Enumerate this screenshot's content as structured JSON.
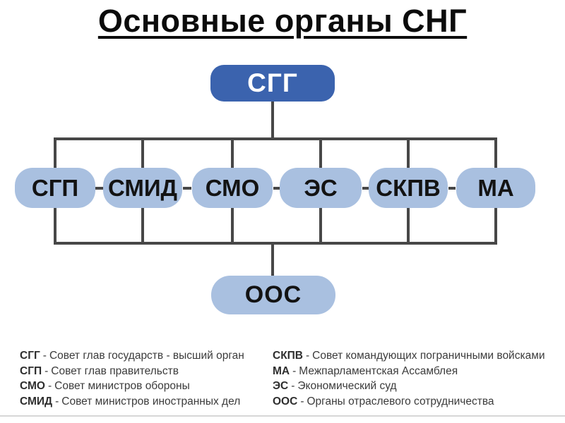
{
  "title": "Основные органы СНГ",
  "colors": {
    "root_box": "#3B63AE",
    "child_box": "#A9C0E0",
    "connector": "#474747",
    "root_text": "#ffffff",
    "child_text": "#131313"
  },
  "diagram": {
    "root": {
      "label": "СГГ"
    },
    "row": [
      {
        "label": "СГП"
      },
      {
        "label": "СМИД"
      },
      {
        "label": "СМО"
      },
      {
        "label": "ЭС"
      },
      {
        "label": "СКПВ"
      },
      {
        "label": "МА"
      }
    ],
    "bottom": {
      "label": "ООС"
    }
  },
  "legend": {
    "separator": "-",
    "left": [
      {
        "abbr": "СГГ",
        "desc": "Совет глав государств - высший орган"
      },
      {
        "abbr": "СГП",
        "desc": "Совет глав правительств"
      },
      {
        "abbr": "СМО",
        "desc": "Совет министров обороны"
      },
      {
        "abbr": "СМИД",
        "desc": "Совет министров иностранных дел"
      }
    ],
    "right": [
      {
        "abbr": "СКПВ",
        "desc": "Совет командующих пограничными войсками"
      },
      {
        "abbr": "МА",
        "desc": "Межпарламентская Ассамблея"
      },
      {
        "abbr": "ЭС",
        "desc": "Экономический суд"
      },
      {
        "abbr": "ООС",
        "desc": "Органы отраслевого сотрудничества"
      }
    ]
  }
}
